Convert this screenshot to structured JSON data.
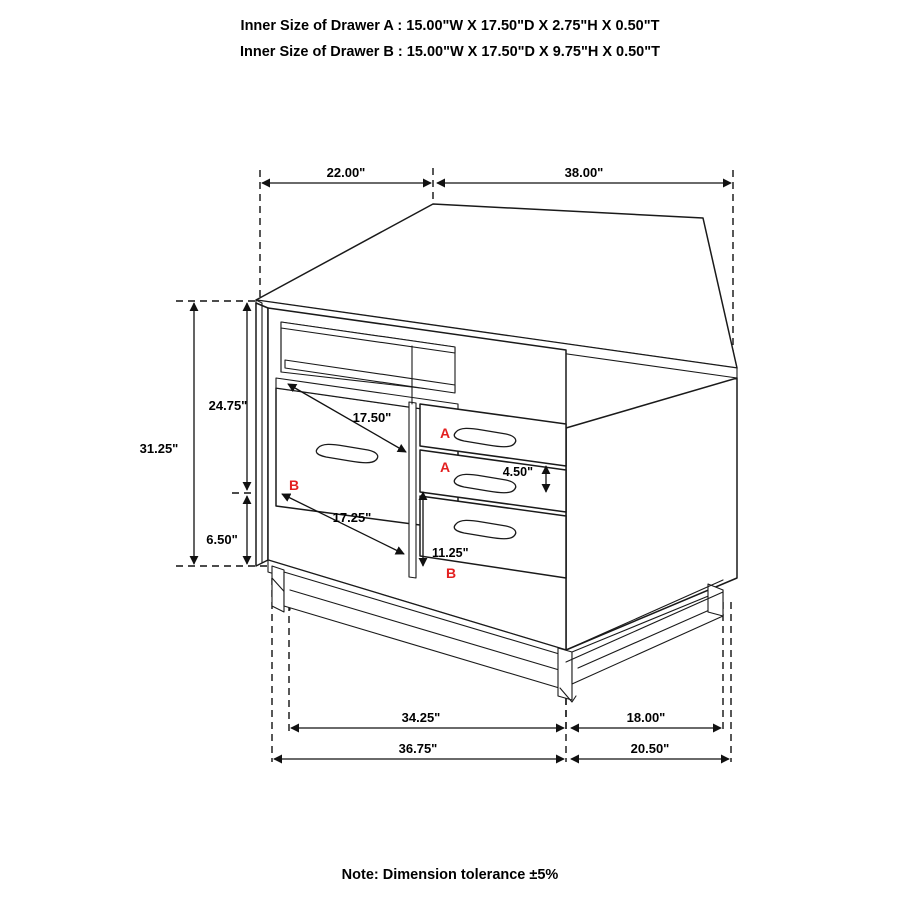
{
  "header": {
    "line1": "Inner Size of Drawer A : 15.00\"W X 17.50\"D X 2.75\"H X 0.50\"T",
    "line2": "Inner Size of Drawer B : 15.00\"W X 17.50\"D X 9.75\"H X 0.50\"T"
  },
  "footer": {
    "note": "Note: Dimension tolerance ±5%"
  },
  "dimensions": {
    "top_left": "22.00\"",
    "top_right": "38.00\"",
    "left_outer": "31.25\"",
    "left_upper": "24.75\"",
    "left_lower": "6.50\"",
    "interior_upper_depth": "17.50\"",
    "interior_lower_depth": "17.25\"",
    "drawer_a_height": "4.50\"",
    "drawer_b_height": "11.25\"",
    "bottom_inner_left": "34.25\"",
    "bottom_inner_right": "18.00\"",
    "bottom_outer_left": "36.75\"",
    "bottom_outer_right": "20.50\""
  },
  "tags": {
    "drawer_a_upper": "A",
    "drawer_a_lower": "A",
    "drawer_b_left": "B",
    "drawer_b_right": "B"
  },
  "colors": {
    "tag_red": "#e32020",
    "line_black": "#1a1a1a",
    "background": "#ffffff"
  }
}
